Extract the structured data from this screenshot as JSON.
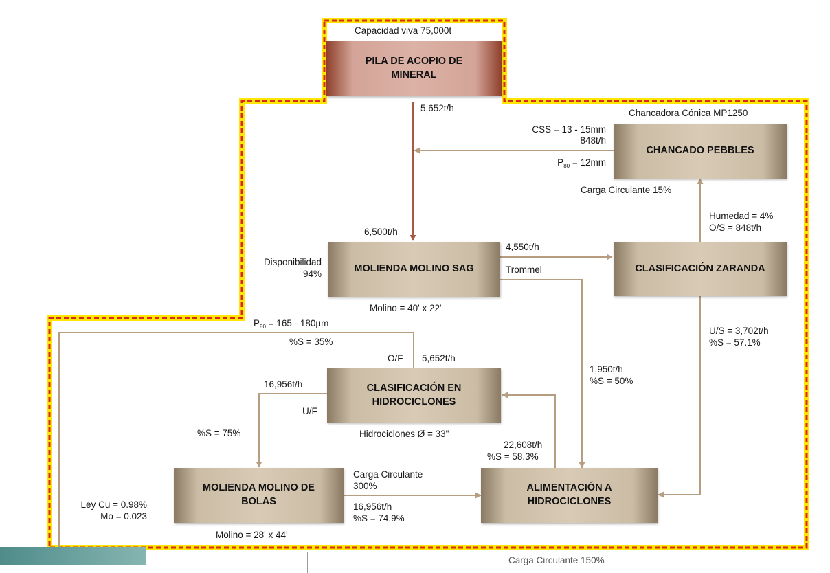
{
  "boxes": {
    "pile": "PILA DE ACOPIO DE MINERAL",
    "pebbles": "CHANCADO PEBBLES",
    "sag": "MOLIENDA MOLINO SAG",
    "screen": "CLASIFICACIÓN ZARANDA",
    "cyclones": "CLASIFICACIÓN EN HIDROCICLONES",
    "ball": "MOLIENDA MOLINO DE BOLAS",
    "feed": "ALIMENTACIÓN A HIDROCICLONES"
  },
  "labels": {
    "capacity": "Capacidad viva 75,000t",
    "pile_flow": "5,652t/h",
    "crusher_model": "Chancadora Cónica MP1250",
    "css": "CSS = 13 - 15mm",
    "pebbles_flow": "848t/h",
    "p80_prefix": "P",
    "p80_sub": "80",
    "pebbles_p80": " = 12mm",
    "circ_15": "Carga Circulante 15%",
    "humidity": "Humedad = 4%",
    "os_flow": "O/S = 848t/h",
    "sag_feed": "6,500t/h",
    "sag_out": "4,550t/h",
    "trommel": "Trommel",
    "availability": "Disponibilidad",
    "availability_value": "94%",
    "sag_size": "Molino = 40' x 22'",
    "cyclone_p80": " = 165 - 180µm",
    "cyclone_solids": "%S = 35%",
    "of_label": "O/F",
    "of_flow": "5,652t/h",
    "us_flow": "U/S = 3,702t/h",
    "us_solids": "%S = 57.1%",
    "trommel_flow": "1,950t/h",
    "trommel_solids": "%S = 50%",
    "uf_flow": "16,956t/h",
    "uf_label": "U/F",
    "uf_solids": "%S = 75%",
    "cyclone_size": "Hidrociclones Ø = 33\"",
    "feed_flow": "22,608t/h",
    "feed_solids": "%S = 58.3%",
    "circ_300": "Carga Circulante",
    "circ_300_value": "300%",
    "ball_flow": "16,956t/h",
    "ball_solids": "%S = 74.9%",
    "ley_cu": "Ley Cu = 0.98%",
    "mo": "Mo = 0.023",
    "ball_size": "Molino = 28' x 44'",
    "cut_off": "Carga Circulante 150%"
  }
}
